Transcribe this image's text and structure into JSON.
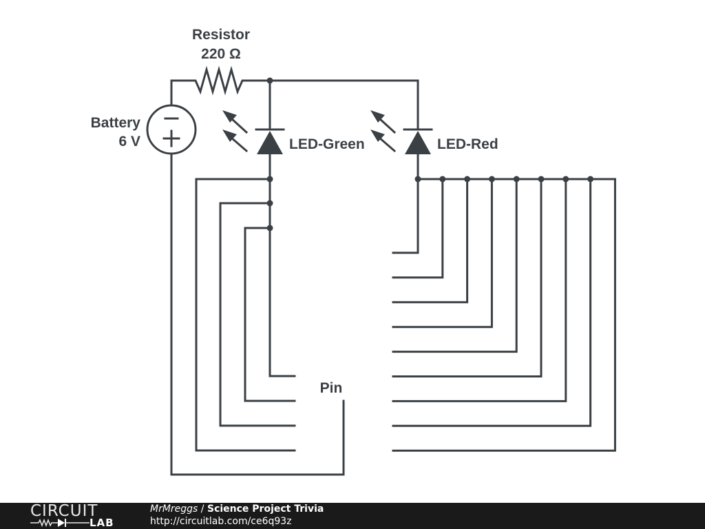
{
  "schematic": {
    "title": "Science Project Trivia",
    "components": {
      "resistor": {
        "name": "Resistor",
        "value": "220 Ω"
      },
      "battery": {
        "name": "Battery",
        "value": "6 V",
        "minus": "−",
        "plus": "+"
      },
      "led_green": {
        "name": "LED-Green"
      },
      "led_red": {
        "name": "LED-Red"
      },
      "pin": {
        "name": "Pin"
      }
    },
    "left_terminal_count": 4,
    "right_terminal_count": 9,
    "colors": {
      "wire": "#3b4045",
      "background": "#ffffff"
    }
  },
  "footer": {
    "logo_top": "CIRCUIT",
    "logo_bottom": "LAB",
    "author": "MrMreggs",
    "separator": " / ",
    "project": "Science Project Trivia",
    "url": "http://circuitlab.com/ce6q93z",
    "colors": {
      "background": "#1a1a1a",
      "text": "#ffffff"
    }
  }
}
